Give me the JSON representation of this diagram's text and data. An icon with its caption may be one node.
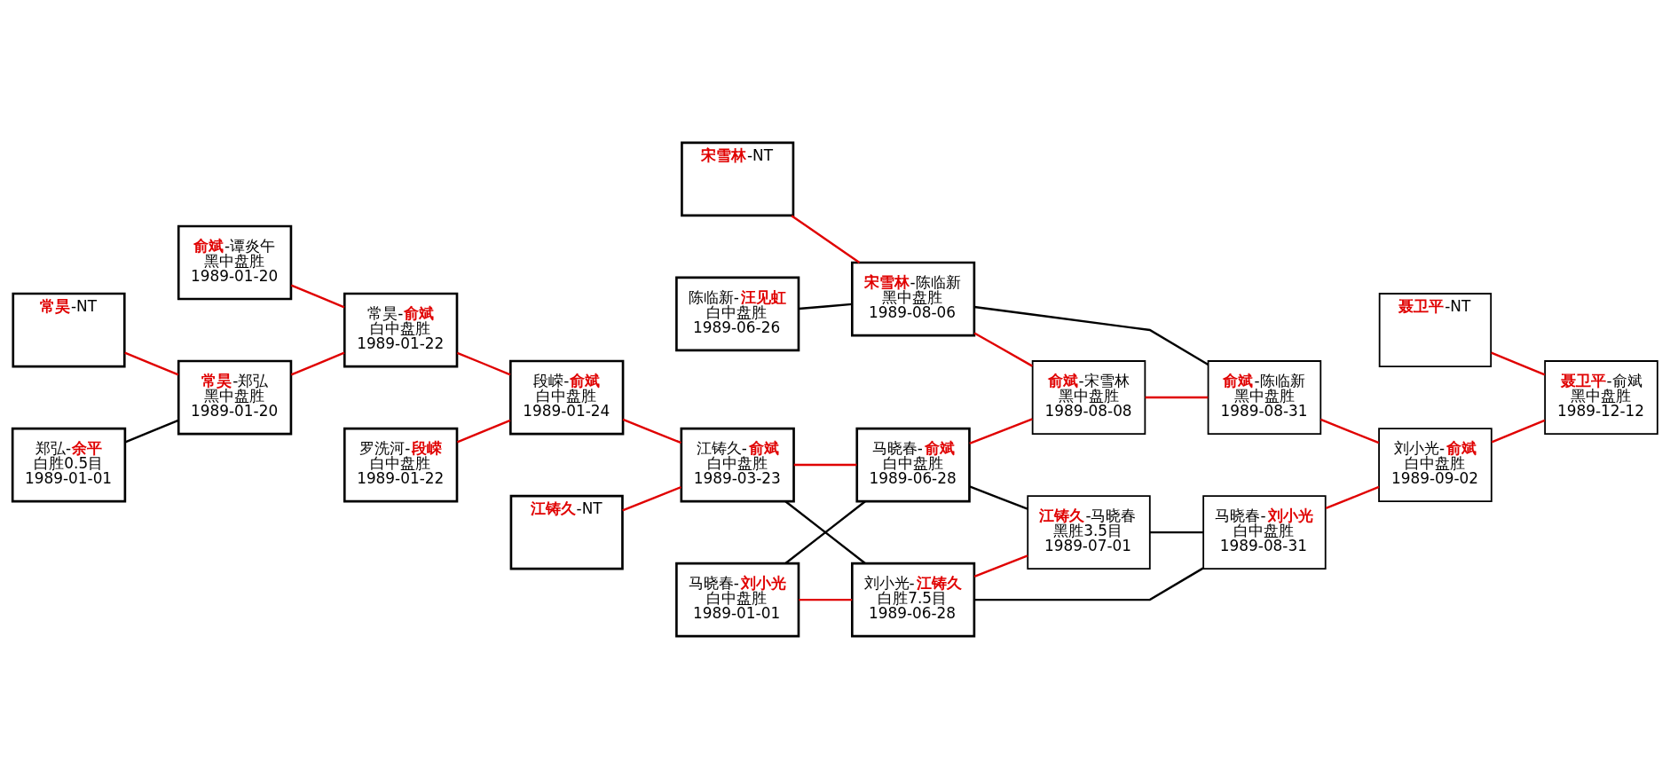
{
  "diagram": {
    "nodes": [
      {
        "text": [
          "**常昊**-NT"
        ]
      },
      {
        "text": [
          "郑弘-**余平**",
          "白胜0.5目",
          "1989-01-01"
        ]
      },
      {
        "text": [
          "**俞斌**-谭炎午",
          "黑中盘胜",
          "1989-01-20"
        ]
      },
      {
        "text": [
          "**常昊**-郑弘",
          "黑中盘胜",
          "1989-01-20"
        ]
      },
      {
        "text": [
          "常昊-**俞斌**",
          "白中盘胜",
          "1989-01-22"
        ]
      },
      {
        "text": [
          "罗洗河-**段嵘**",
          "白中盘胜",
          "1989-01-22"
        ]
      },
      {
        "text": [
          "段嵘-**俞斌**",
          "白中盘胜",
          "1989-01-24"
        ]
      },
      {
        "text": [
          "**江铸久**-NT"
        ]
      },
      {
        "text": [
          "江铸久-**俞斌**",
          "白中盘胜",
          "1989-03-23"
        ]
      },
      {
        "text": [
          "马晓春-**刘小光**",
          "白中盘胜",
          "1989-01-01"
        ]
      },
      {
        "text": [
          "**宋雪林**-NT"
        ]
      },
      {
        "text": [
          "陈临新-**汪见虹**",
          "白中盘胜",
          "1989-06-26"
        ]
      },
      {
        "text": [
          "马晓春-**俞斌**",
          "白中盘胜",
          "1989-06-28"
        ]
      },
      {
        "text": [
          "**宋雪林**-陈临新",
          "黑中盘胜",
          "1989-08-06"
        ]
      },
      {
        "text": [
          "刘小光-**江铸久**",
          "白胜7.5目",
          "1989-06-28"
        ]
      },
      {
        "text": [
          "**俞斌**-宋雪林",
          "黑中盘胜",
          "1989-08-08"
        ]
      },
      {
        "text": [
          "**江铸久**-马晓春",
          "黑胜3.5目",
          "1989-07-01"
        ]
      },
      {
        "text": [
          "**俞斌**-陈临新",
          "黑中盘胜",
          "1989-08-31"
        ]
      },
      {
        "text": [
          "马晓春-**刘小光**",
          "白中盘胜",
          "1989-08-31"
        ]
      },
      {
        "text": [
          "**聂卫平**-NT"
        ]
      },
      {
        "text": [
          "刘小光-**俞斌**",
          "白中盘胜",
          "1989-09-02"
        ]
      },
      {
        "text": [
          "**聂卫平**-俞斌",
          "黑中盘胜",
          "1989-12-12"
        ]
      }
    ],
    "edges": [
      {
        "from": 0,
        "to": 3,
        "arrow": "none"
      },
      {
        "from": 1,
        "to": 3,
        "arrow": "none",
        "color": "#000000"
      },
      {
        "from": 2,
        "to": 4,
        "arrow": "none"
      },
      {
        "from": 3,
        "to": 4,
        "arrow": "none"
      },
      {
        "from": 4,
        "to": 6,
        "arrow": "none"
      },
      {
        "from": 5,
        "to": 6,
        "arrow": "none"
      },
      {
        "from": 6,
        "to": 8,
        "arrow": "none"
      },
      {
        "from": 7,
        "to": 8,
        "arrow": "none"
      },
      {
        "from": 8,
        "to": 12,
        "arrow": "none"
      },
      {
        "from": 8,
        "to": 14,
        "arrow": "none",
        "color": "#000000"
      },
      {
        "from": 9,
        "to": 12,
        "arrow": "none",
        "color": "#000000"
      },
      {
        "from": 9,
        "to": 14,
        "arrow": "none"
      },
      {
        "from": 10,
        "to": 13,
        "arrow": "none"
      },
      {
        "from": 11,
        "to": 13,
        "arrow": "none",
        "color": "#000000"
      },
      {
        "from": 12,
        "to": 15,
        "arrow": "none"
      },
      {
        "from": 12,
        "to": 16,
        "arrow": "none",
        "color": "#000000"
      },
      {
        "from": 13,
        "to": 15,
        "arrow": "none"
      },
      {
        "from": 13,
        "to": 17,
        "arrow": "none",
        "color": "#000000"
      },
      {
        "from": 14,
        "to": 16,
        "arrow": "none"
      },
      {
        "from": 14,
        "to": 18,
        "arrow": "none",
        "color": "#000000"
      },
      {
        "from": 15,
        "to": 17,
        "arrow": "none"
      },
      {
        "from": 16,
        "to": 18,
        "arrow": "none",
        "color": "#000000"
      },
      {
        "from": 17,
        "to": 20,
        "arrow": "none"
      },
      {
        "from": 18,
        "to": 20,
        "arrow": "none"
      },
      {
        "from": 19,
        "to": 21,
        "arrow": "none"
      },
      {
        "from": 20,
        "to": 21,
        "arrow": "none"
      }
    ]
  }
}
